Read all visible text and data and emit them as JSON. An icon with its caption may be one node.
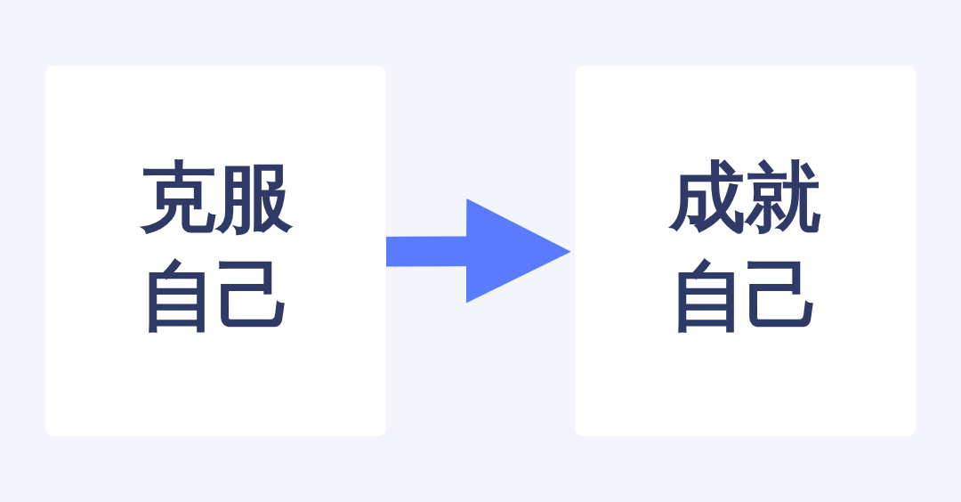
{
  "diagram": {
    "nodes": [
      {
        "text": [
          "克服自己"
        ]
      },
      {
        "text": [
          "成就自己"
        ]
      }
    ],
    "edges": [
      {
        "from": 0,
        "to": 1,
        "arrow": "to"
      }
    ]
  }
}
